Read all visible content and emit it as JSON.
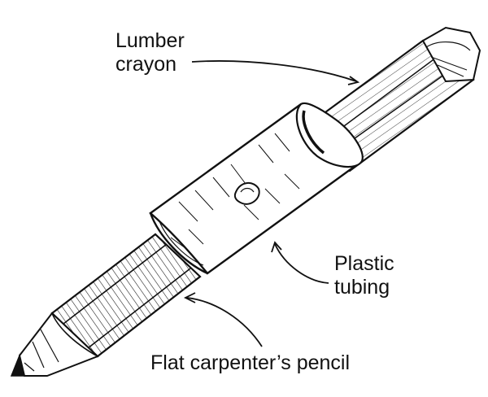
{
  "labels": {
    "lumber_crayon": [
      "Lumber",
      "crayon"
    ],
    "plastic_tubing": [
      "Plastic",
      "tubing"
    ],
    "flat_pencil": "Flat carpenter’s pencil"
  },
  "style": {
    "ink": "#111111",
    "paper": "#ffffff"
  }
}
